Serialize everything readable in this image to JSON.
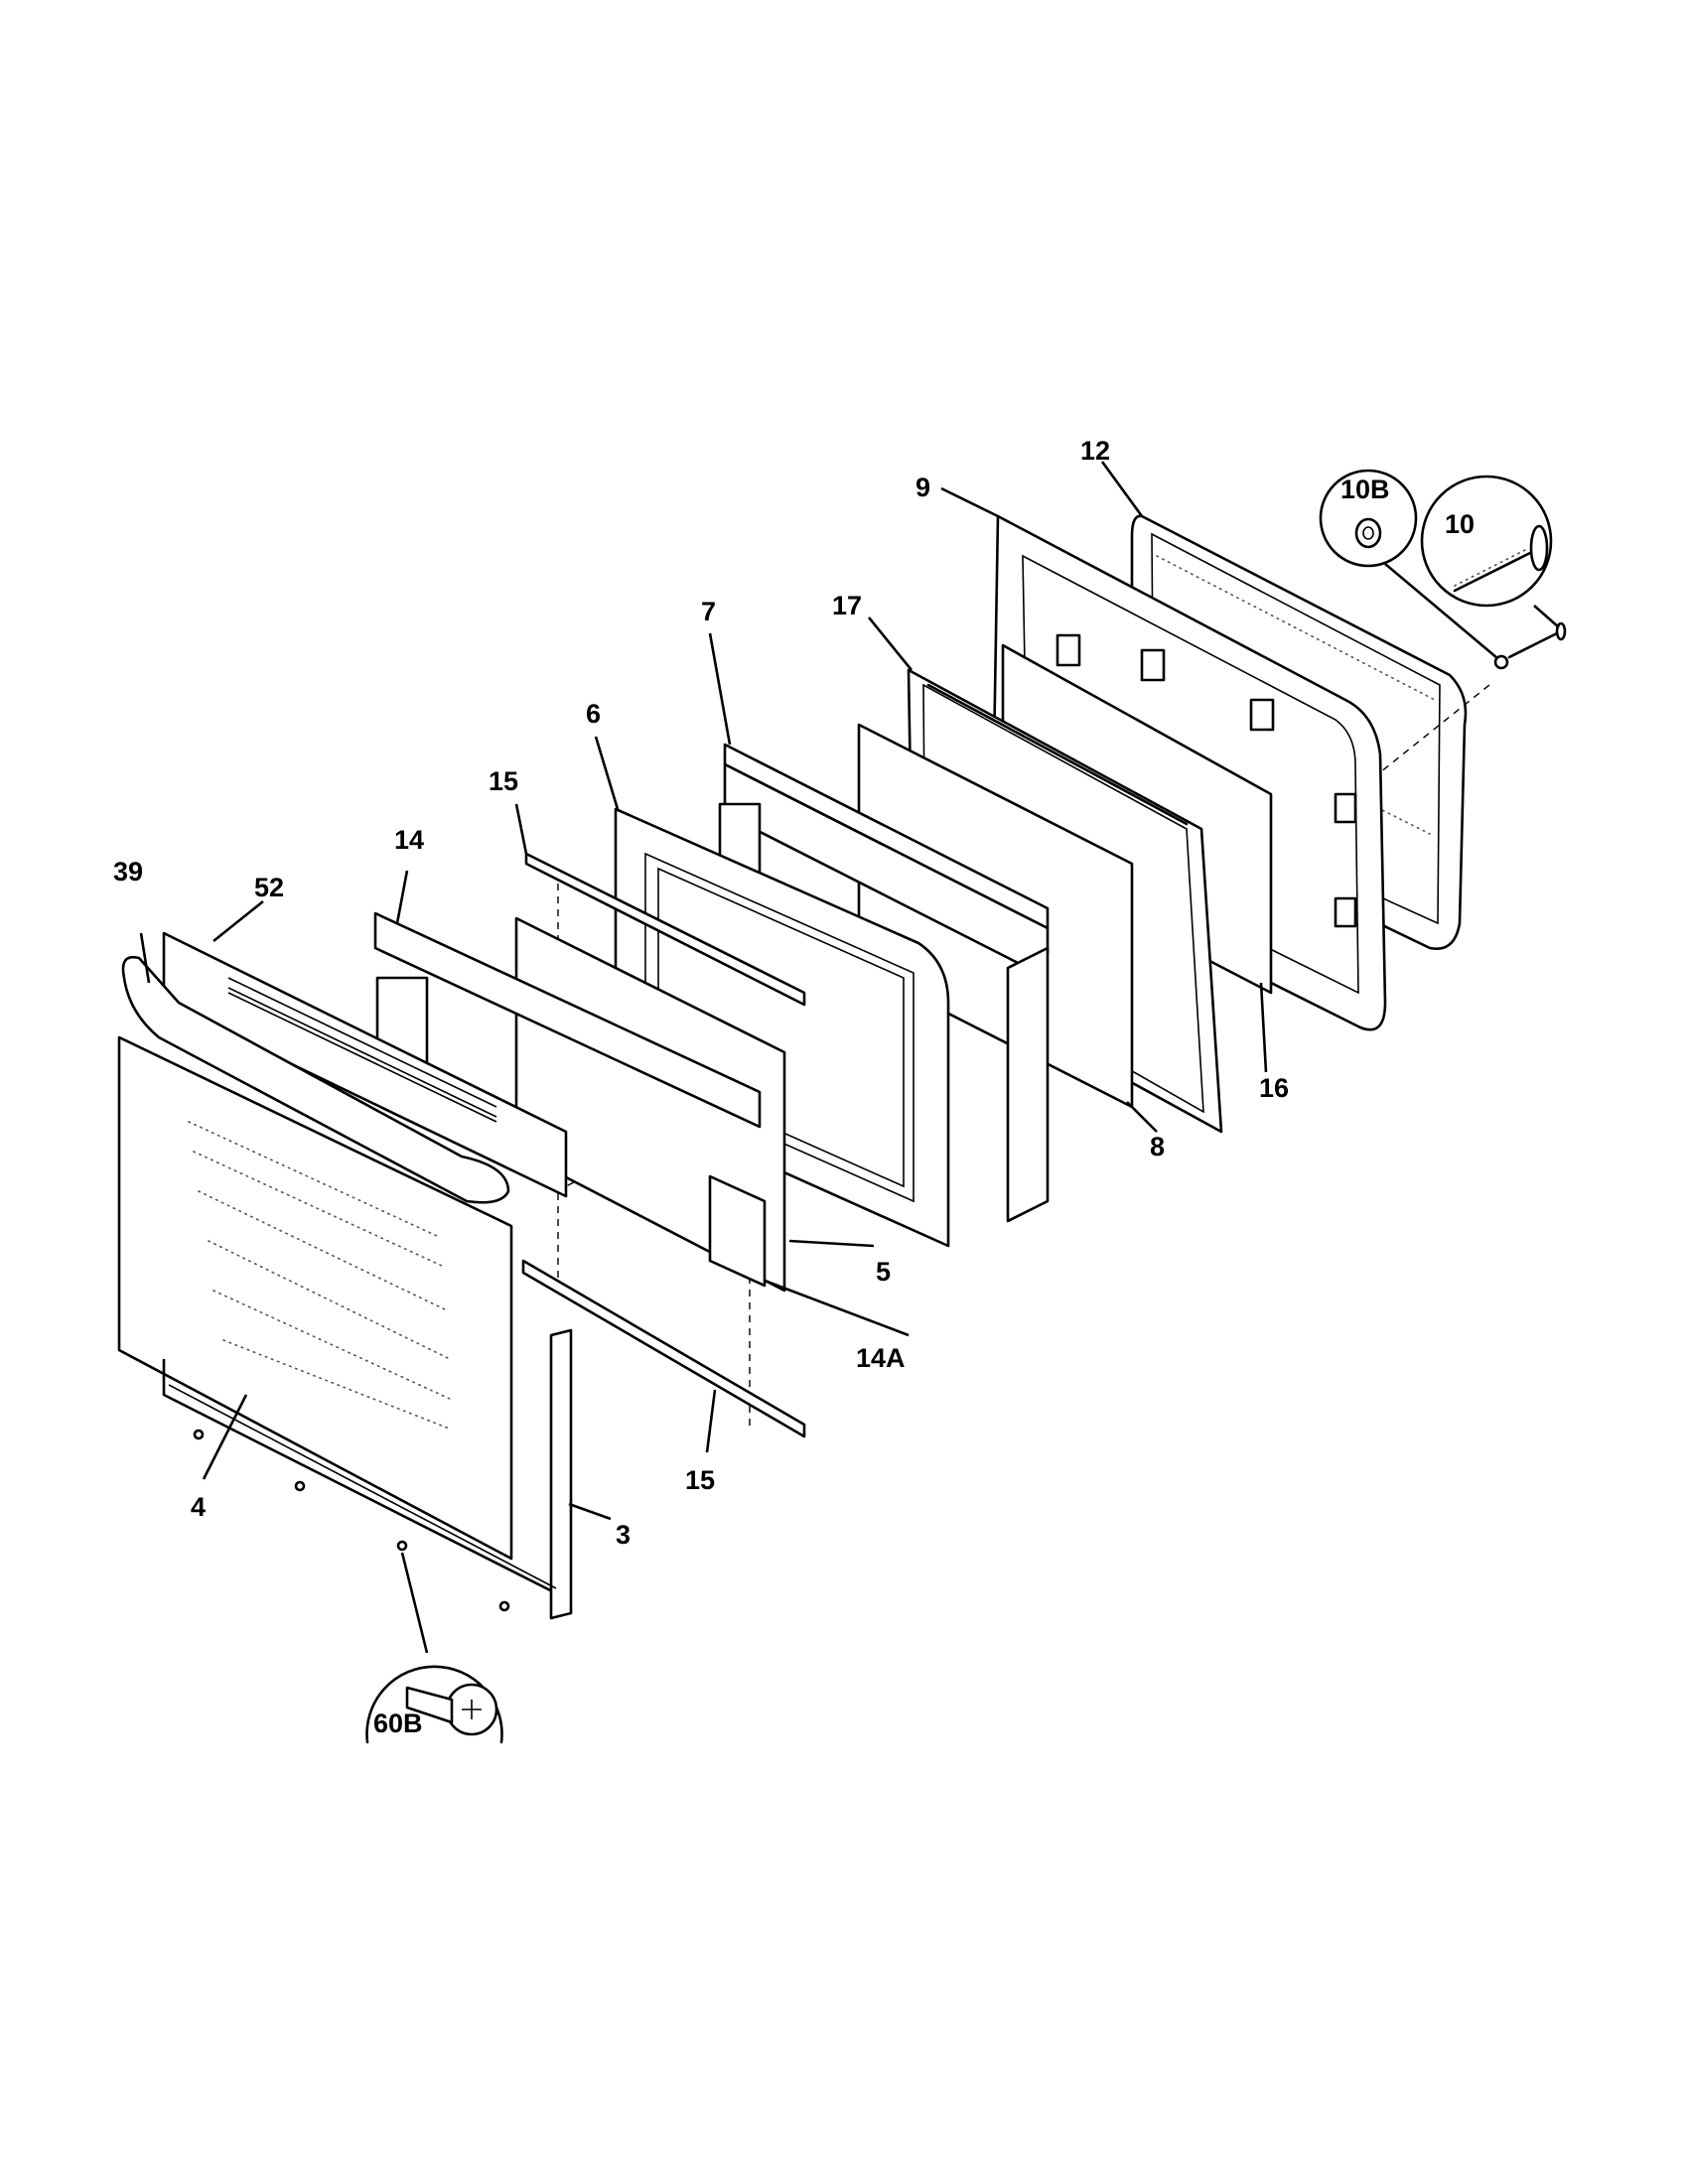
{
  "callouts": {
    "c39": "39",
    "c52": "52",
    "c14": "14",
    "c15_top": "15",
    "c6": "6",
    "c7": "7",
    "c17": "17",
    "c9": "9",
    "c12": "12",
    "c10B": "10B",
    "c10": "10",
    "c16": "16",
    "c8": "8",
    "c5": "5",
    "c14A": "14A",
    "c15_bottom": "15",
    "c4": "4",
    "c3": "3",
    "c60B": "60B"
  }
}
